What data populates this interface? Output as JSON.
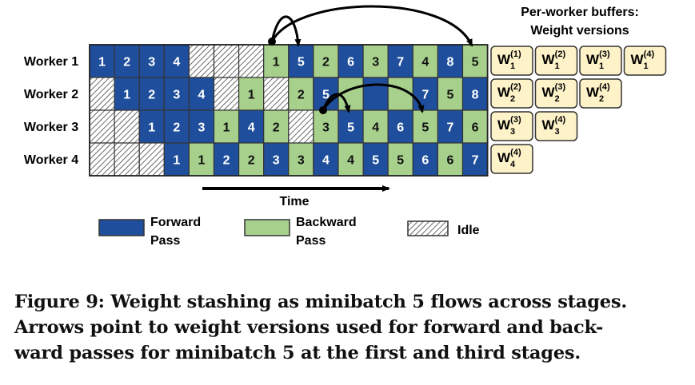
{
  "buffers_title": [
    "Per-worker buffers:",
    "Weight versions"
  ],
  "time_label": "Time",
  "legend": {
    "forward": [
      "Forward",
      "Pass"
    ],
    "backward": [
      "Backward",
      "Pass"
    ],
    "idle": "Idle"
  },
  "colors": {
    "forward": "#1f4f9c",
    "backward": "#a8d08d",
    "buffer": "#fdf2c8",
    "grid": "#333333"
  },
  "workers": [
    {
      "label": "Worker 1",
      "cells": [
        {
          "t": "F",
          "v": "1"
        },
        {
          "t": "F",
          "v": "2"
        },
        {
          "t": "F",
          "v": "3"
        },
        {
          "t": "F",
          "v": "4"
        },
        {
          "t": "I",
          "v": ""
        },
        {
          "t": "I",
          "v": ""
        },
        {
          "t": "I",
          "v": ""
        },
        {
          "t": "B",
          "v": "1"
        },
        {
          "t": "F",
          "v": "5"
        },
        {
          "t": "B",
          "v": "2"
        },
        {
          "t": "F",
          "v": "6"
        },
        {
          "t": "B",
          "v": "3"
        },
        {
          "t": "F",
          "v": "7"
        },
        {
          "t": "B",
          "v": "4"
        },
        {
          "t": "F",
          "v": "8"
        },
        {
          "t": "B",
          "v": "5"
        }
      ],
      "buffers": [
        [
          "W",
          "1",
          "(1)"
        ],
        [
          "W",
          "1",
          "(2)"
        ],
        [
          "W",
          "1",
          "(3)"
        ],
        [
          "W",
          "1",
          "(4)"
        ]
      ]
    },
    {
      "label": "Worker 2",
      "cells": [
        {
          "t": "I",
          "v": ""
        },
        {
          "t": "F",
          "v": "1"
        },
        {
          "t": "F",
          "v": "2"
        },
        {
          "t": "F",
          "v": "3"
        },
        {
          "t": "F",
          "v": "4"
        },
        {
          "t": "I",
          "v": ""
        },
        {
          "t": "B",
          "v": "1"
        },
        {
          "t": "I",
          "v": ""
        },
        {
          "t": "B",
          "v": "2"
        },
        {
          "t": "F",
          "v": "5"
        },
        {
          "t": "B",
          "v": ""
        },
        {
          "t": "F",
          "v": ""
        },
        {
          "t": "B",
          "v": ""
        },
        {
          "t": "F",
          "v": "7"
        },
        {
          "t": "B",
          "v": "5"
        },
        {
          "t": "F",
          "v": "8"
        }
      ],
      "buffers": [
        [
          "W",
          "2",
          "(2)"
        ],
        [
          "W",
          "2",
          "(3)"
        ],
        [
          "W",
          "2",
          "(4)"
        ]
      ]
    },
    {
      "label": "Worker 3",
      "cells": [
        {
          "t": "I",
          "v": ""
        },
        {
          "t": "I",
          "v": ""
        },
        {
          "t": "F",
          "v": "1"
        },
        {
          "t": "F",
          "v": "2"
        },
        {
          "t": "F",
          "v": "3"
        },
        {
          "t": "B",
          "v": "1"
        },
        {
          "t": "F",
          "v": "4"
        },
        {
          "t": "B",
          "v": "2"
        },
        {
          "t": "I",
          "v": ""
        },
        {
          "t": "B",
          "v": "3"
        },
        {
          "t": "F",
          "v": "5"
        },
        {
          "t": "B",
          "v": "4"
        },
        {
          "t": "F",
          "v": "6"
        },
        {
          "t": "B",
          "v": "5"
        },
        {
          "t": "F",
          "v": "7"
        },
        {
          "t": "B",
          "v": "6"
        }
      ],
      "buffers": [
        [
          "W",
          "3",
          "(3)"
        ],
        [
          "W",
          "3",
          "(4)"
        ]
      ]
    },
    {
      "label": "Worker 4",
      "cells": [
        {
          "t": "I",
          "v": ""
        },
        {
          "t": "I",
          "v": ""
        },
        {
          "t": "I",
          "v": ""
        },
        {
          "t": "F",
          "v": "1"
        },
        {
          "t": "B",
          "v": "1"
        },
        {
          "t": "F",
          "v": "2"
        },
        {
          "t": "B",
          "v": "2"
        },
        {
          "t": "F",
          "v": "3"
        },
        {
          "t": "B",
          "v": "3"
        },
        {
          "t": "F",
          "v": "4"
        },
        {
          "t": "B",
          "v": "4"
        },
        {
          "t": "F",
          "v": "5"
        },
        {
          "t": "B",
          "v": "5"
        },
        {
          "t": "F",
          "v": "6"
        },
        {
          "t": "B",
          "v": "6"
        },
        {
          "t": "F",
          "v": "7"
        }
      ],
      "buffers": [
        [
          "W",
          "4",
          "(4)"
        ]
      ]
    }
  ],
  "caption": [
    "Figure 9: Weight stashing as minibatch 5 flows across stages.",
    "Arrows point to weight versions used for forward and back-",
    "ward passes for minibatch 5 at the first and third stages."
  ]
}
